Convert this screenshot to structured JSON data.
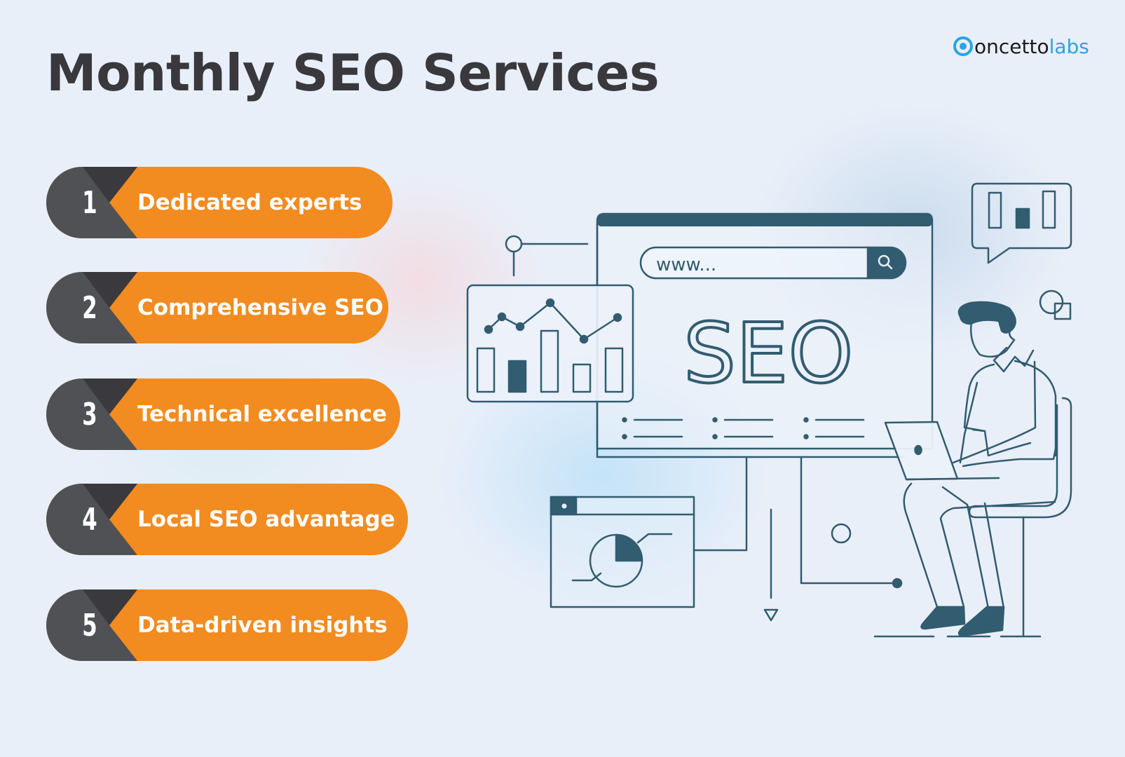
{
  "header": {
    "title": "Monthly SEO Services"
  },
  "brand": {
    "logo_text_dark": "oncetto",
    "logo_text_blue": "labs",
    "logo_mark": "C",
    "colors": {
      "dark": "#1b1b1f",
      "blue": "#2aa4e4"
    }
  },
  "services": [
    {
      "number": "1",
      "label": "Dedicated experts"
    },
    {
      "number": "2",
      "label": "Comprehensive SEO"
    },
    {
      "number": "3",
      "label": "Technical excellence"
    },
    {
      "number": "4",
      "label": "Local SEO advantage"
    },
    {
      "number": "5",
      "label": "Data-driven insights"
    }
  ],
  "illustration": {
    "search_bar_text": "www...",
    "search_icon": "magnifier-icon",
    "headline": "SEO",
    "stroke_color": "#325c70"
  },
  "colors": {
    "pill_orange": "#f28b20",
    "pill_grey": "#4f5155",
    "pill_dark": "#3a393d",
    "title": "#38383d"
  }
}
